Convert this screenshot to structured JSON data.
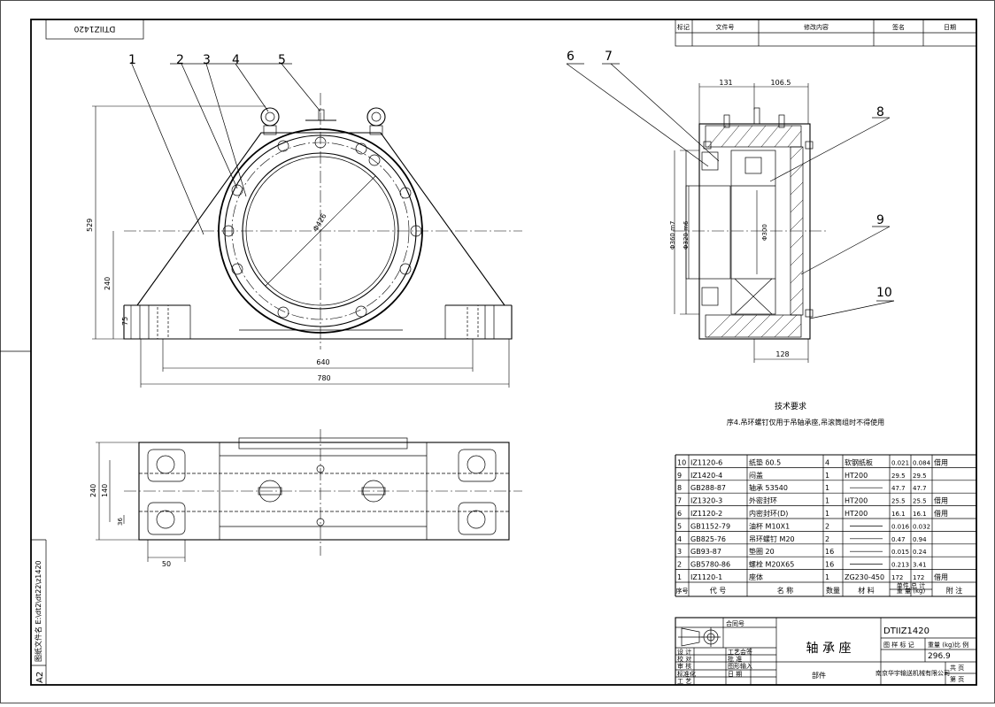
{
  "drawing": {
    "code": "DTIIZ1420",
    "code_flipped": "DTIIZ1420",
    "file_vertical": "图纸文件名 E:\\dt2\\dt22\\z1420",
    "sheet_size": "A2"
  },
  "revision_table": {
    "headers": [
      "标记",
      "文件号",
      "修改内容",
      "签名",
      "日期"
    ]
  },
  "balloons": [
    "1",
    "2",
    "3",
    "4",
    "5",
    "6",
    "7",
    "8",
    "9",
    "10"
  ],
  "front_view": {
    "dim_height_total": "529",
    "dim_height_center": "240",
    "dim_base": "75",
    "dim_bolt_span": "640",
    "dim_total_width": "780",
    "dim_bore": "Φ426"
  },
  "section_view": {
    "dim_left": "131",
    "dim_right": "106.5",
    "dim_outer": "Φ360 m7",
    "dim_shaft": "Φ320 m6",
    "dim_inner": "Φ300",
    "dim_bottom": "128"
  },
  "plan_view": {
    "dim_width": "240",
    "dim_inner": "140",
    "dim_hole": "36",
    "dim_offset": "50"
  },
  "tech_requirements": {
    "title": "技术要求",
    "text": "序4.吊环螺钉仅用于吊轴承座,吊滚筒组时不得使用"
  },
  "bom": {
    "rows": [
      {
        "no": "10",
        "code": "IZ1120-6",
        "name": "纸垫 δ0.5",
        "qty": "4",
        "material": "软钢纸板",
        "unit": "0.021",
        "total": "0.084",
        "note": "借用"
      },
      {
        "no": "9",
        "code": "IZ1420-4",
        "name": "闷盖",
        "qty": "1",
        "material": "HT200",
        "unit": "29.5",
        "total": "29.5",
        "note": ""
      },
      {
        "no": "8",
        "code": "GB288-87",
        "name": "轴承 53540",
        "qty": "1",
        "material": "",
        "unit": "47.7",
        "total": "47.7",
        "note": ""
      },
      {
        "no": "7",
        "code": "IZ1320-3",
        "name": "外密封环",
        "qty": "1",
        "material": "HT200",
        "unit": "25.5",
        "total": "25.5",
        "note": "借用"
      },
      {
        "no": "6",
        "code": "IZ1120-2",
        "name": "内密封环(D)",
        "qty": "1",
        "material": "HT200",
        "unit": "16.1",
        "total": "16.1",
        "note": "借用"
      },
      {
        "no": "5",
        "code": "GB1152-79",
        "name": "油杯 M10X1",
        "qty": "2",
        "material": "",
        "unit": "0.016",
        "total": "0.032",
        "note": ""
      },
      {
        "no": "4",
        "code": "GB825-76",
        "name": "吊环螺钉 M20",
        "qty": "2",
        "material": "",
        "unit": "0.47",
        "total": "0.94",
        "note": ""
      },
      {
        "no": "3",
        "code": "GB93-87",
        "name": "垫圈 20",
        "qty": "16",
        "material": "",
        "unit": "0.015",
        "total": "0.24",
        "note": ""
      },
      {
        "no": "2",
        "code": "GB5780-86",
        "name": "螺栓 M20X65",
        "qty": "16",
        "material": "",
        "unit": "0.213",
        "total": "3.41",
        "note": ""
      },
      {
        "no": "1",
        "code": "IZ1120-1",
        "name": "座体",
        "qty": "1",
        "material": "ZG230-450",
        "unit": "172",
        "total": "172",
        "note": "借用"
      }
    ],
    "headers": {
      "no": "序号",
      "code": "代 号",
      "name": "名 称",
      "qty": "数量",
      "material": "材 料",
      "weight_top": "单件 总 计",
      "weight_bottom": "重 量 (kg)",
      "note": "附 注"
    }
  },
  "title_block": {
    "contract": "合同号",
    "name": "轴 承 座",
    "code": "DTIIZ1420",
    "stage_label": "图 样 标 记",
    "weight_label": "重量 (kg)",
    "scale_label": "比 例",
    "weight": "296.9",
    "type": "部件",
    "company": "南京华宇输送机械有限公司",
    "sheet_total_label": "共 页",
    "sheet_label": "第 页",
    "roles": [
      "设 计",
      "校 对",
      "审 核",
      "标准化",
      "工 艺"
    ],
    "roles2": [
      "工艺会签",
      "批 准",
      "图形输入",
      "日 期"
    ]
  }
}
